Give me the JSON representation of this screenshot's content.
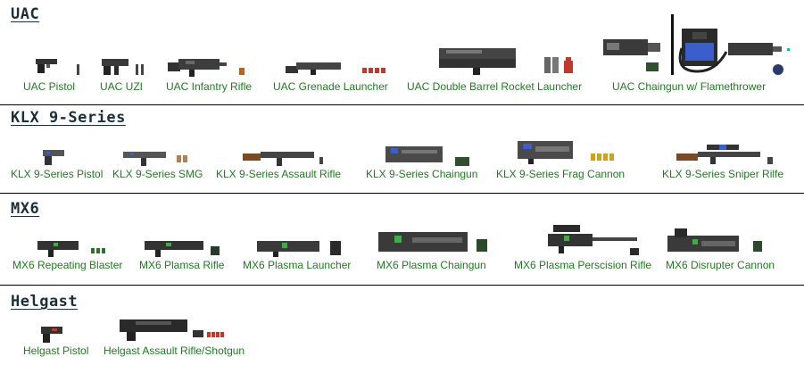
{
  "sections": {
    "uac": {
      "title": "UAC",
      "items": [
        "UAC Pistol",
        "UAC UZI",
        "UAC Infantry Rifle",
        "UAC Grenade Launcher",
        "UAC Double Barrel Rocket Launcher",
        "UAC Chaingun w/ Flamethrower"
      ]
    },
    "klx": {
      "title": "KLX 9-Series",
      "items": [
        "KLX 9-Series Pistol",
        "KLX 9-Series SMG",
        "KLX 9-Series Assault Rifle",
        "KLX 9-Series Chaingun",
        "KLX 9-Series Frag Cannon",
        "KLX 9-Series Sniper Rilfe"
      ]
    },
    "mx6": {
      "title": "MX6",
      "items": [
        "MX6 Repeating Blaster",
        "MX6 Plamsa Rifle",
        "MX6 Plasma Launcher",
        "MX6 Plasma Chaingun",
        "MX6 Plasma Perscision Rifle",
        "MX6 Disrupter Cannon"
      ]
    },
    "helgast": {
      "title": "Helgast",
      "items": [
        "Helgast Pistol",
        "Helgast Assault Rifle/Shotgun"
      ]
    }
  },
  "colors": {
    "label": "#1f7a1f",
    "title": "#1b2f3a",
    "gun_dark": "#2a2a2a",
    "gun_mid": "#555555",
    "gun_light": "#8a8a8a",
    "wood": "#7a4a22",
    "ammo_red": "#c0392b",
    "ammo_gold": "#d4a017",
    "plasma_green": "#3cb043",
    "klx_blue": "#3a5fcd"
  }
}
